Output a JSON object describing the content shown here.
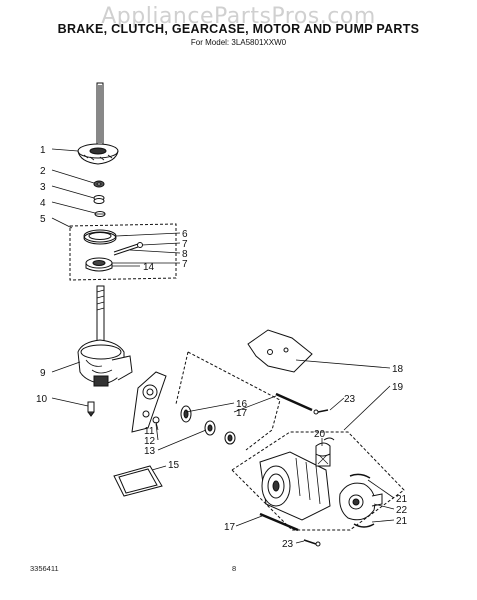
{
  "watermark": "AppliancePartsPros.com",
  "title": "BRAKE, CLUTCH, GEARCASE, MOTOR AND PUMP PARTS",
  "subtitle": "For Model: 3LA5801XXW0",
  "footer": {
    "left": "3356411",
    "center": "8"
  },
  "callouts": {
    "c1": "1",
    "c2": "2",
    "c3": "3",
    "c4": "4",
    "c5": "5",
    "c6": "6",
    "c7a": "7",
    "c8": "8",
    "c7b": "7",
    "c14": "14",
    "c9": "9",
    "c10": "10",
    "c11": "11",
    "c12": "12",
    "c13": "13",
    "c15": "15",
    "c16": "16",
    "c17a": "17",
    "c18": "18",
    "c19": "19",
    "c23a": "23",
    "c20": "20",
    "c21a": "21",
    "c22": "22",
    "c21b": "21",
    "c17b": "17",
    "c23b": "23"
  }
}
